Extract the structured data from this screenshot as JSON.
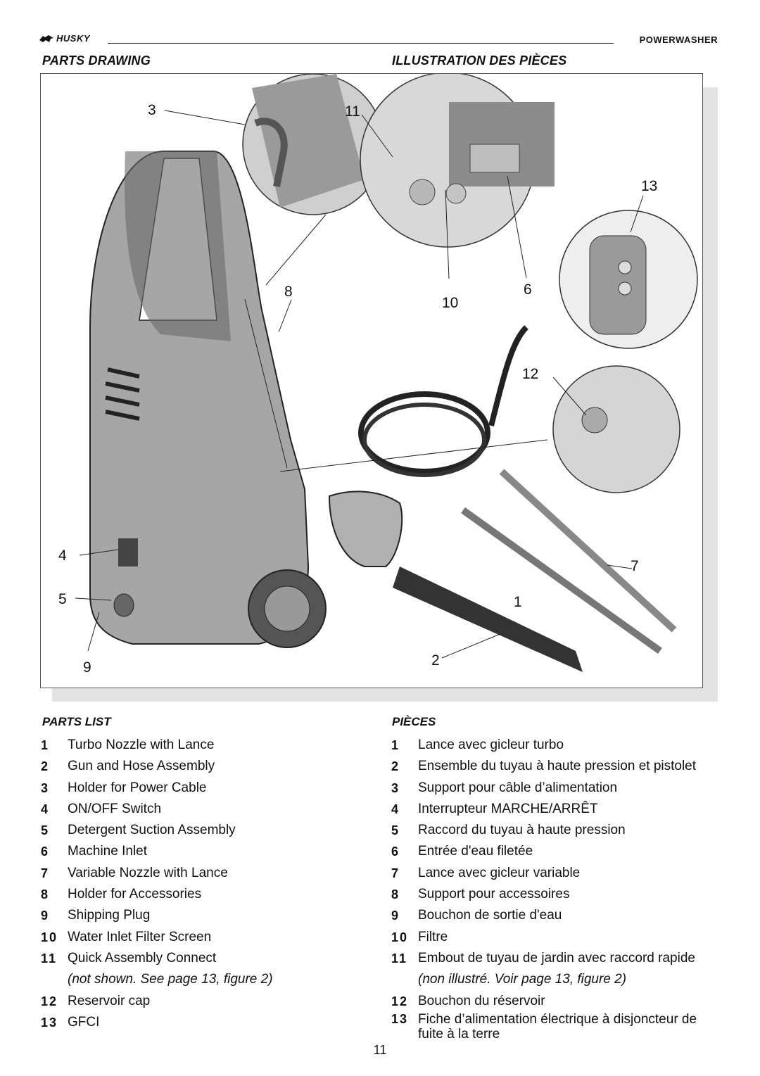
{
  "header": {
    "brand": "HUSKY",
    "product": "POWERWASHER"
  },
  "titles": {
    "left": "PARTS DRAWING",
    "right": "ILLUSTRATION  DES  PIÈCES"
  },
  "callouts": [
    "3",
    "11",
    "13",
    "8",
    "10",
    "6",
    "12",
    "4",
    "5",
    "7",
    "1",
    "9",
    "2"
  ],
  "parts_list": {
    "title": "PARTS LIST",
    "items": [
      {
        "num": "1",
        "label": "Turbo Nozzle with Lance"
      },
      {
        "num": "2",
        "label": "Gun and Hose Assembly"
      },
      {
        "num": "3",
        "label": "Holder for Power Cable"
      },
      {
        "num": "4",
        "label": "ON/OFF Switch"
      },
      {
        "num": "5",
        "label": "Detergent Suction Assembly"
      },
      {
        "num": "6",
        "label": "Machine Inlet"
      },
      {
        "num": "7",
        "label": "Variable Nozzle with Lance"
      },
      {
        "num": "8",
        "label": "Holder for Accessories"
      },
      {
        "num": "9",
        "label": "Shipping Plug"
      },
      {
        "num": "10",
        "label": "Water Inlet Filter Screen"
      },
      {
        "num": "11",
        "label": "Quick Assembly Connect"
      },
      {
        "num": "12",
        "label": "Reservoir cap"
      },
      {
        "num": "13",
        "label": "GFCI"
      }
    ],
    "note": "(not shown. See page 13, figure 2)"
  },
  "pieces": {
    "title": "PIÈCES",
    "items": [
      {
        "num": "1",
        "label": "Lance avec gicleur turbo"
      },
      {
        "num": "2",
        "label": "Ensemble du tuyau à haute pression et pistolet"
      },
      {
        "num": "3",
        "label": "Support pour câble d’alimentation"
      },
      {
        "num": "4",
        "label": "Interrupteur MARCHE/ARRÊT"
      },
      {
        "num": "5",
        "label": "Raccord du tuyau à haute pression"
      },
      {
        "num": "6",
        "label": "Entrée d'eau filetée"
      },
      {
        "num": "7",
        "label": "Lance avec gicleur variable"
      },
      {
        "num": "8",
        "label": "Support pour accessoires"
      },
      {
        "num": "9",
        "label": "Bouchon de sortie d'eau"
      },
      {
        "num": "10",
        "label": "Filtre"
      },
      {
        "num": "11",
        "label": "Embout de tuyau de jardin avec raccord rapide"
      },
      {
        "num": "12",
        "label": "Bouchon du réservoir"
      },
      {
        "num": "13",
        "label": "Fiche d’alimentation électrique à disjoncteur de fuite à la terre"
      }
    ],
    "note": "(non illustré. Voir page 13, figure 2)"
  },
  "page_number": "11"
}
